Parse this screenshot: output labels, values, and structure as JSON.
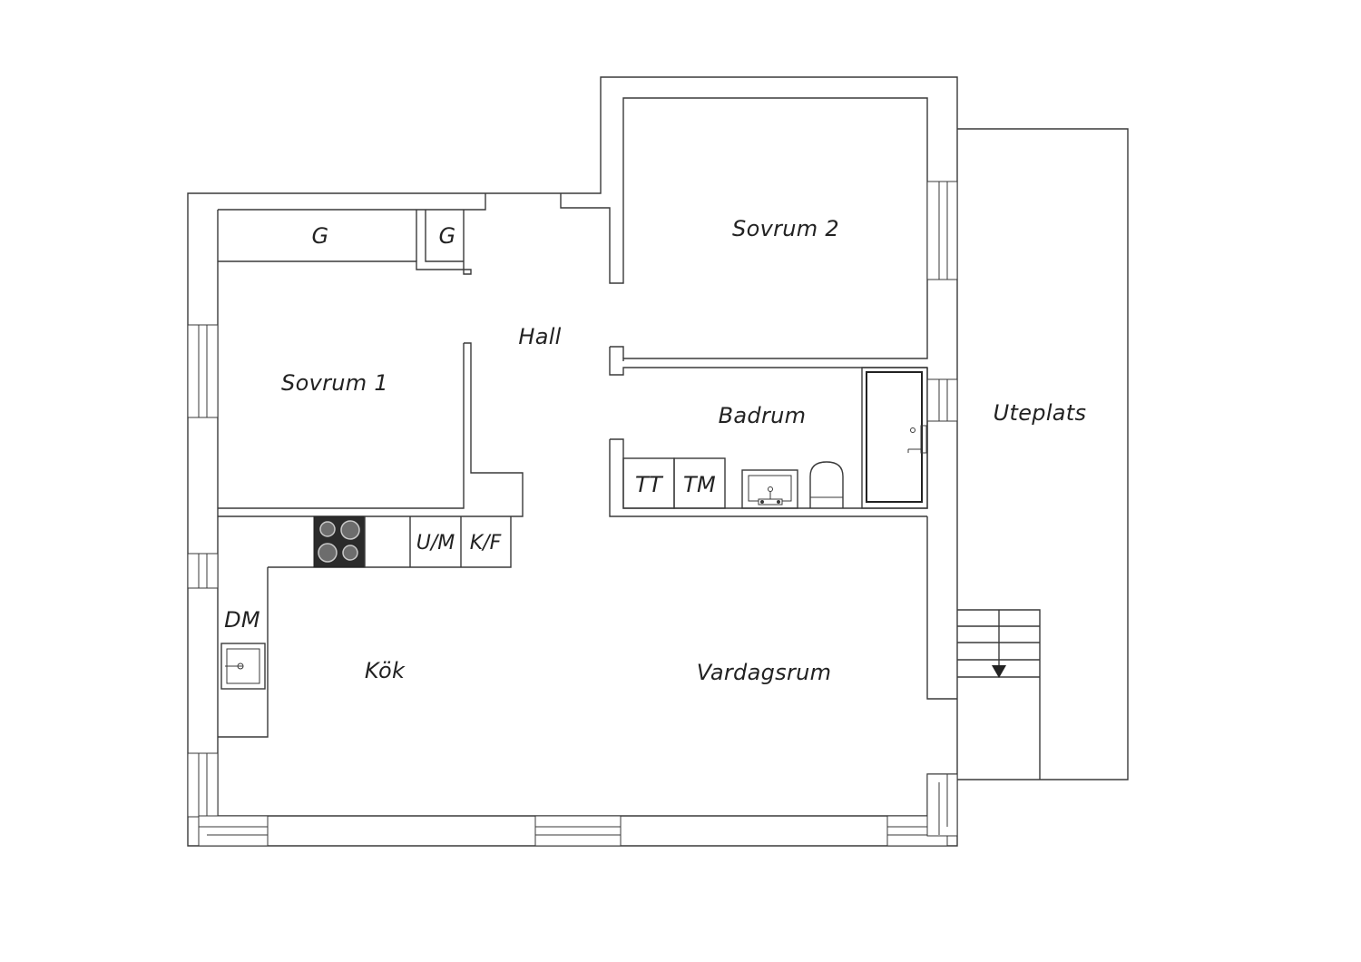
{
  "floorplan": {
    "rooms": {
      "sovrum1": "Sovrum 1",
      "sovrum2": "Sovrum 2",
      "hall": "Hall",
      "badrum": "Badrum",
      "kok": "Kök",
      "vardagsrum": "Vardagsrum",
      "uteplats": "Uteplats"
    },
    "fixtures": {
      "garderob_1": "G",
      "garderob_2": "G",
      "tvattmaskin": "TT",
      "torktumlare": "TM",
      "ugn_mikro": "U/M",
      "kyl_frys": "K/F",
      "diskmaskin": "DM"
    }
  },
  "colors": {
    "line": "#3a3a3a",
    "hob": "#2b2b2b",
    "background": "#ffffff"
  }
}
